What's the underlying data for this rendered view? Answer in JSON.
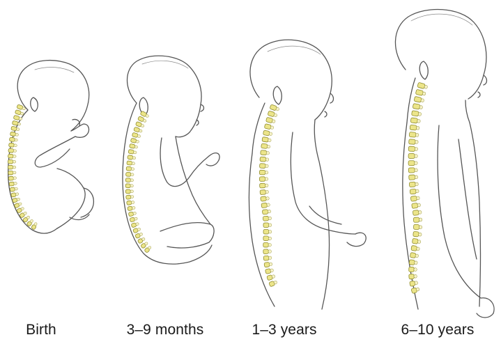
{
  "stages": [
    {
      "id": "birth",
      "label": "Birth"
    },
    {
      "id": "months",
      "label": "3–9 months"
    },
    {
      "id": "toddler",
      "label": "1–3 years"
    },
    {
      "id": "child",
      "label": "6–10 years"
    }
  ],
  "colors": {
    "spine": "#ece58a",
    "spine_stroke": "#8e8a2e",
    "outline": "#555555",
    "label_text": "#1a1a1a"
  }
}
